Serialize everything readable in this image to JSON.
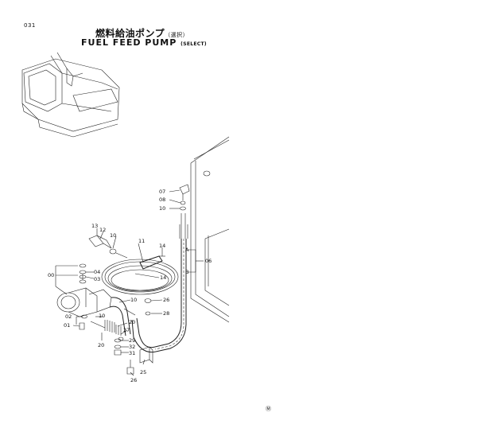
{
  "page_number": "031",
  "title_jp": "燃料給油ポンプ",
  "title_jp_sub": "（選択）",
  "title_en": "FUEL FEED PUMP",
  "title_en_sub": "(SELECT)",
  "callouts": {
    "c07": "07",
    "c08": "08",
    "c10a": "10",
    "c13": "13",
    "c12": "12",
    "c10b": "10",
    "c11": "11",
    "c14a": "14",
    "c00": "00",
    "c04": "04",
    "c03": "03",
    "c14b": "14",
    "c10c": "10",
    "c26a": "26",
    "c28": "28",
    "c02": "02",
    "c01": "01",
    "c10d": "10",
    "c20a": "20",
    "c27": "27",
    "c20b": "20",
    "c29": "29",
    "c32": "32",
    "c31": "31",
    "c25": "25",
    "c26b": "26",
    "cA": "A",
    "cB": "B",
    "c06": "06"
  },
  "footer_mark": "Ⓜ"
}
